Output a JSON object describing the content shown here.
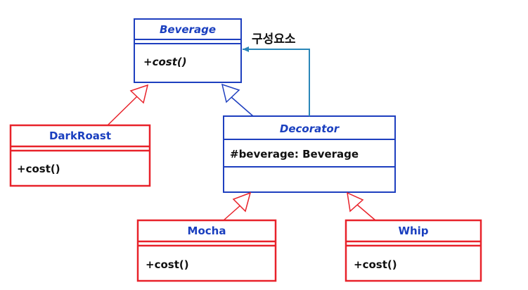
{
  "colors": {
    "abstract_stroke": "#1e3fbf",
    "concrete_stroke": "#e8222a",
    "class_name_text": "#1a3fbf",
    "member_text": "#111111",
    "composition_arrow": "#2a86b8"
  },
  "classes": {
    "beverage": {
      "name": "Beverage",
      "fields": [],
      "methods": [
        "+cost()"
      ]
    },
    "decorator": {
      "name": "Decorator",
      "fields": [
        "#beverage: Beverage"
      ],
      "methods": []
    },
    "darkroast": {
      "name": "DarkRoast",
      "fields": [],
      "methods": [
        "+cost()"
      ]
    },
    "mocha": {
      "name": "Mocha",
      "fields": [],
      "methods": [
        "+cost()"
      ]
    },
    "whip": {
      "name": "Whip",
      "fields": [],
      "methods": [
        "+cost()"
      ]
    }
  },
  "relations": {
    "composition_label": "구성요소"
  }
}
